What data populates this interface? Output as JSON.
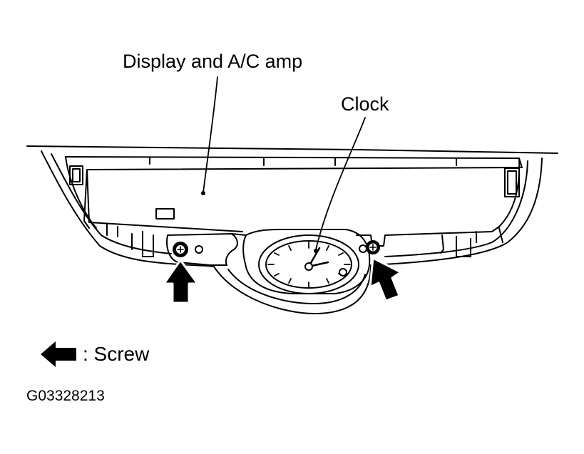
{
  "labels": {
    "display_amp": "Display and A/C amp",
    "clock": "Clock"
  },
  "legend": {
    "arrow_meaning": ": Screw"
  },
  "figure_code": "G03328213",
  "icons": [
    "screw-arrow-icon",
    "screw-icon"
  ],
  "colors": {
    "ink": "#000000",
    "background": "#ffffff"
  }
}
